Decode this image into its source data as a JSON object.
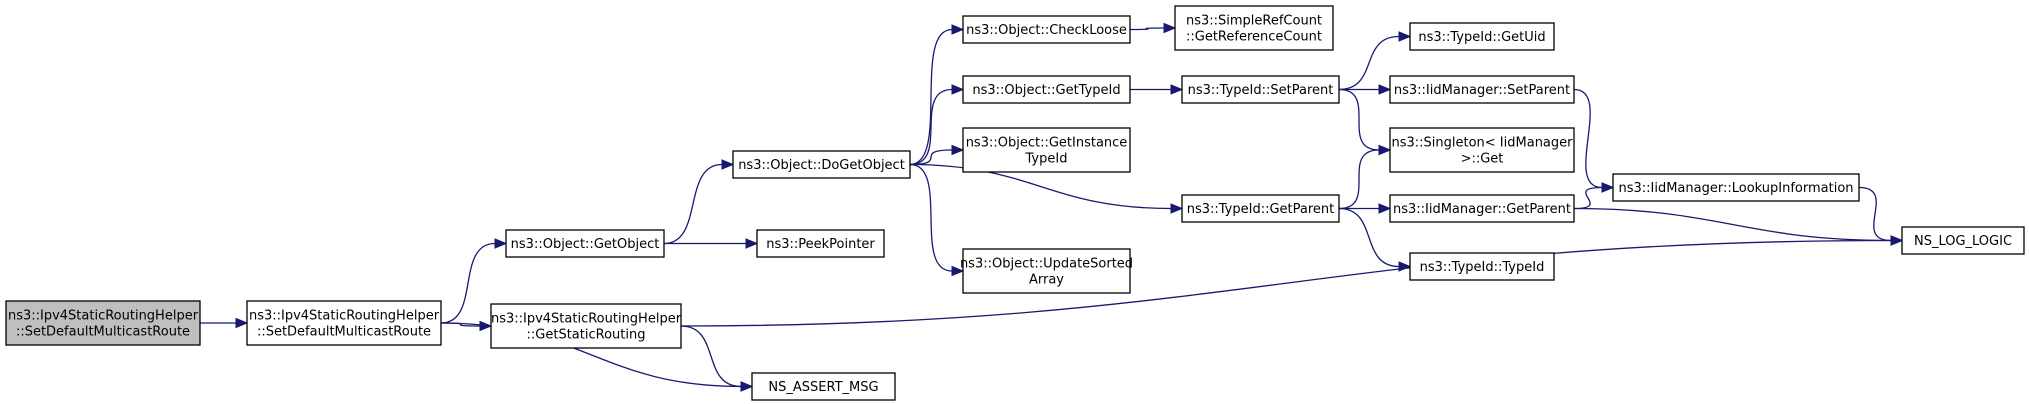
{
  "colors": {
    "node_fill": "#ffffff",
    "root_fill": "#bfbfbf",
    "node_border": "#000000",
    "edge": "#191970",
    "background": "#ffffff"
  },
  "nodes": [
    {
      "id": "root",
      "lines": [
        "ns3::Ipv4StaticRoutingHelper",
        "::SetDefaultMulticastRoute"
      ],
      "highlight": true
    },
    {
      "id": "sdmr",
      "lines": [
        "ns3::Ipv4StaticRoutingHelper",
        "::SetDefaultMulticastRoute"
      ]
    },
    {
      "id": "getobj",
      "lines": [
        "ns3::Object::GetObject"
      ]
    },
    {
      "id": "gsr",
      "lines": [
        "ns3::Ipv4StaticRoutingHelper",
        "::GetStaticRouting"
      ]
    },
    {
      "id": "assert",
      "lines": [
        "NS_ASSERT_MSG"
      ]
    },
    {
      "id": "dogetobj",
      "lines": [
        "ns3::Object::DoGetObject"
      ]
    },
    {
      "id": "peek",
      "lines": [
        "ns3::PeekPointer"
      ]
    },
    {
      "id": "check",
      "lines": [
        "ns3::Object::CheckLoose"
      ]
    },
    {
      "id": "gettid",
      "lines": [
        "ns3::Object::GetTypeId"
      ]
    },
    {
      "id": "getinst",
      "lines": [
        "ns3::Object::GetInstance",
        "TypeId"
      ]
    },
    {
      "id": "upd",
      "lines": [
        "ns3::Object::UpdateSorted",
        "Array"
      ]
    },
    {
      "id": "refc",
      "lines": [
        "ns3::SimpleRefCount",
        "::GetReferenceCount"
      ]
    },
    {
      "id": "setpar",
      "lines": [
        "ns3::TypeId::SetParent"
      ]
    },
    {
      "id": "getpar",
      "lines": [
        "ns3::TypeId::GetParent"
      ]
    },
    {
      "id": "getuid",
      "lines": [
        "ns3::TypeId::GetUid"
      ]
    },
    {
      "id": "iidsp",
      "lines": [
        "ns3::IidManager::SetParent"
      ]
    },
    {
      "id": "single",
      "lines": [
        "ns3::Singleton< IidManager",
        " >::Get"
      ]
    },
    {
      "id": "iidgp",
      "lines": [
        "ns3::IidManager::GetParent"
      ]
    },
    {
      "id": "tid",
      "lines": [
        "ns3::TypeId::TypeId"
      ]
    },
    {
      "id": "lookup",
      "lines": [
        "ns3::IidManager::LookupInformation"
      ]
    },
    {
      "id": "log",
      "lines": [
        "NS_LOG_LOGIC"
      ]
    }
  ],
  "edges": [
    [
      "root",
      "sdmr"
    ],
    [
      "sdmr",
      "getobj"
    ],
    [
      "sdmr",
      "gsr"
    ],
    [
      "sdmr",
      "assert"
    ],
    [
      "getobj",
      "dogetobj"
    ],
    [
      "getobj",
      "peek"
    ],
    [
      "gsr",
      "assert"
    ],
    [
      "gsr",
      "log"
    ],
    [
      "dogetobj",
      "check"
    ],
    [
      "dogetobj",
      "gettid"
    ],
    [
      "dogetobj",
      "getinst"
    ],
    [
      "dogetobj",
      "upd"
    ],
    [
      "dogetobj",
      "getpar"
    ],
    [
      "check",
      "refc"
    ],
    [
      "gettid",
      "setpar"
    ],
    [
      "setpar",
      "getuid"
    ],
    [
      "setpar",
      "iidsp"
    ],
    [
      "setpar",
      "single"
    ],
    [
      "getpar",
      "single"
    ],
    [
      "getpar",
      "iidgp"
    ],
    [
      "getpar",
      "tid"
    ],
    [
      "iidsp",
      "lookup"
    ],
    [
      "iidgp",
      "lookup"
    ],
    [
      "iidgp",
      "log"
    ],
    [
      "lookup",
      "log"
    ]
  ]
}
